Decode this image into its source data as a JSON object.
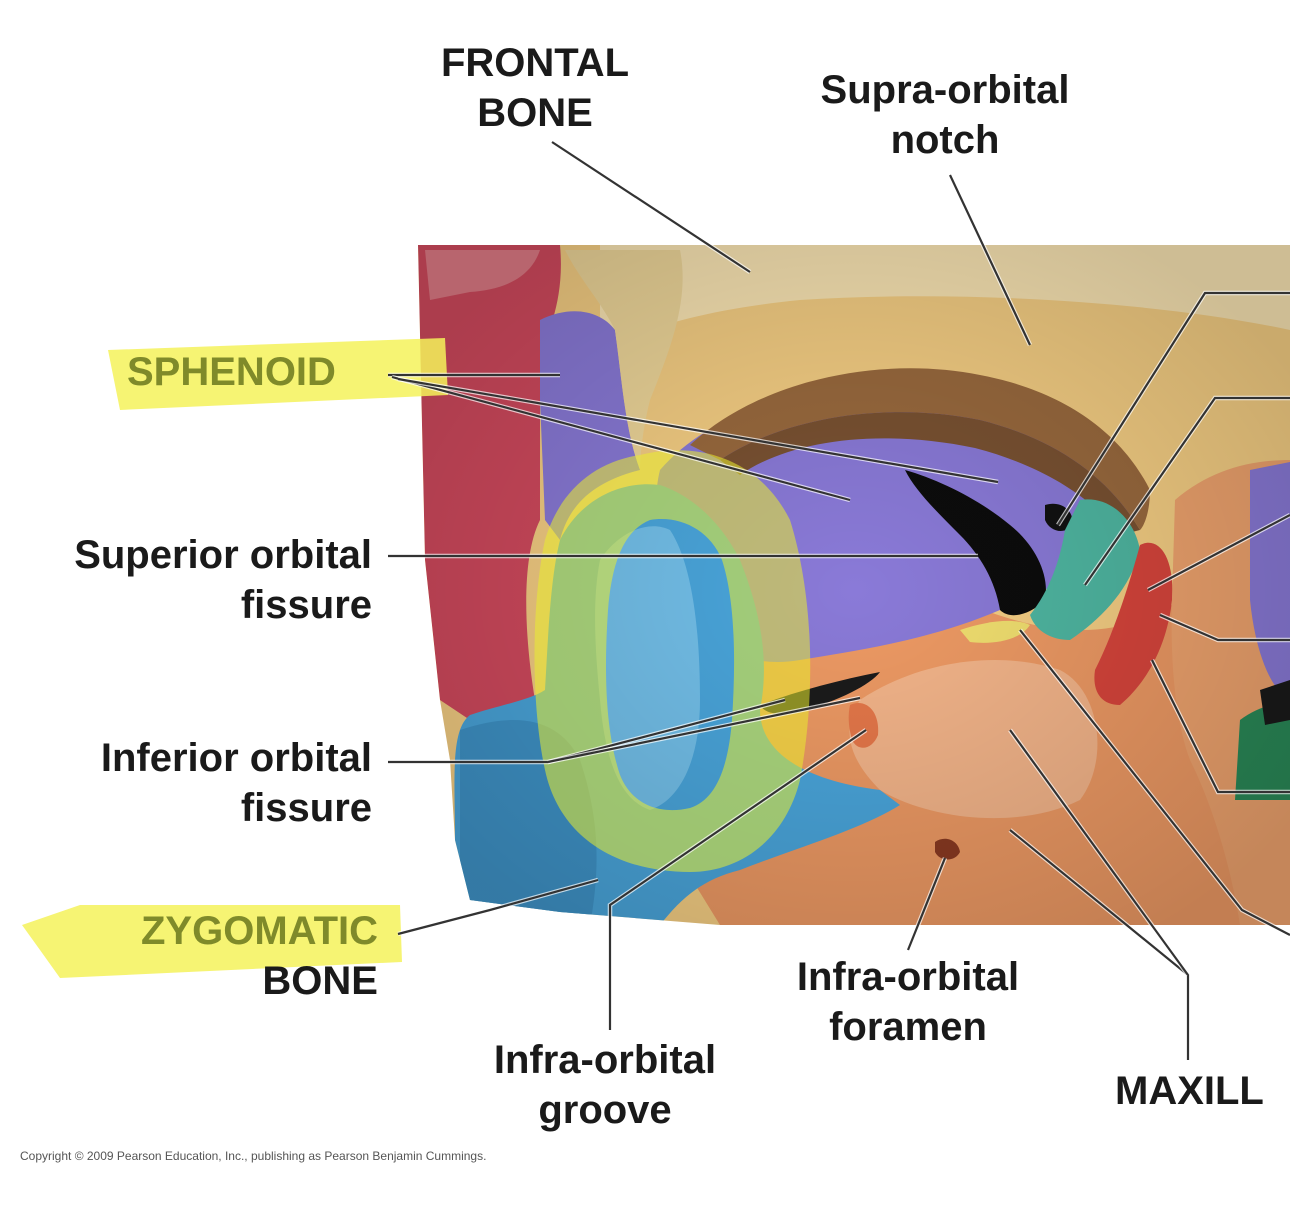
{
  "labels": {
    "frontal_bone": [
      "FRONTAL",
      "BONE"
    ],
    "supraorbital_notch": [
      "Supra-orbital",
      "notch"
    ],
    "sphenoid": [
      "SPHENOID"
    ],
    "superior_orbital_fissure": [
      "Superior orbital",
      "fissure"
    ],
    "inferior_orbital_fissure": [
      "Inferior orbital",
      "fissure"
    ],
    "zygomatic_bone": [
      "ZYGOMATIC",
      "BONE"
    ],
    "infraorbital_groove": [
      "Infra-orbital",
      "groove"
    ],
    "infraorbital_foramen": [
      "Infra-orbital",
      "foramen"
    ],
    "maxilla": [
      "MAXILL"
    ]
  },
  "copyright": "Copyright © 2009 Pearson Education, Inc., publishing as Pearson Benjamin Cummings.",
  "colors": {
    "frontal": "#f6cf84",
    "sphenoid": "#8a7ad8",
    "zygomatic": "#4aa6dc",
    "maxilla": "#ee9a64",
    "temporal": "#d24a5e",
    "orbital_roof": "#9a6a3e",
    "ethmoid": "#4fb7a2",
    "lacrimal": "#d8453c",
    "palatine": "#f2e070",
    "highlight": "#f4f25a",
    "leader_line": "#333333"
  }
}
